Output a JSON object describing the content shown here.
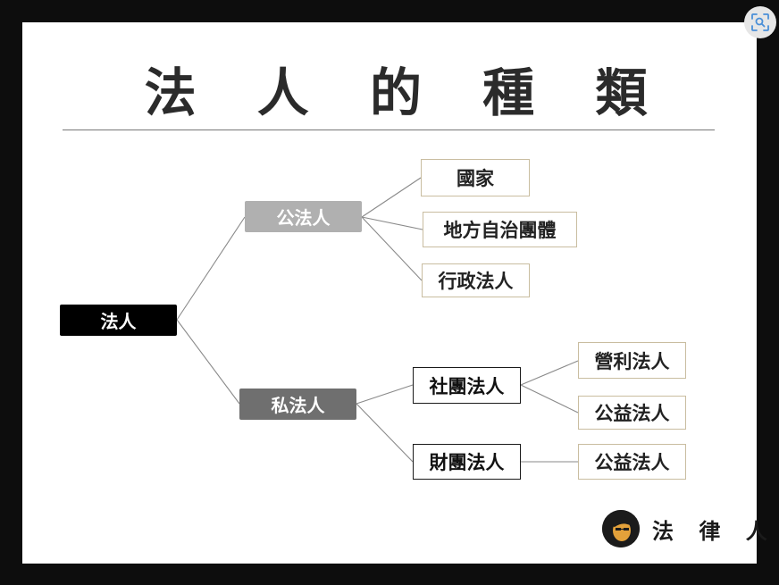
{
  "title": "法 人 的 種 類",
  "tree": {
    "root": "法人",
    "public": {
      "label": "公法人",
      "children": [
        "國家",
        "地方自治團體",
        "行政法人"
      ]
    },
    "private": {
      "label": "私法人",
      "corporation": {
        "label": "社團法人",
        "children": [
          "營利法人",
          "公益法人"
        ]
      },
      "foundation": {
        "label": "財團法人",
        "children": [
          "公益法人"
        ]
      }
    }
  },
  "brand": {
    "name": "法 律 人",
    "logo_icon": "lawyer-head-icon"
  },
  "toolbar": {
    "scan_icon": "image-search-icon"
  },
  "colors": {
    "frame": "#0d0d0d",
    "public_node": "#b0b0b0",
    "private_node": "#6f6f6f",
    "leaf_border": "#c9bda0",
    "logo_accent": "#e3a13a"
  }
}
